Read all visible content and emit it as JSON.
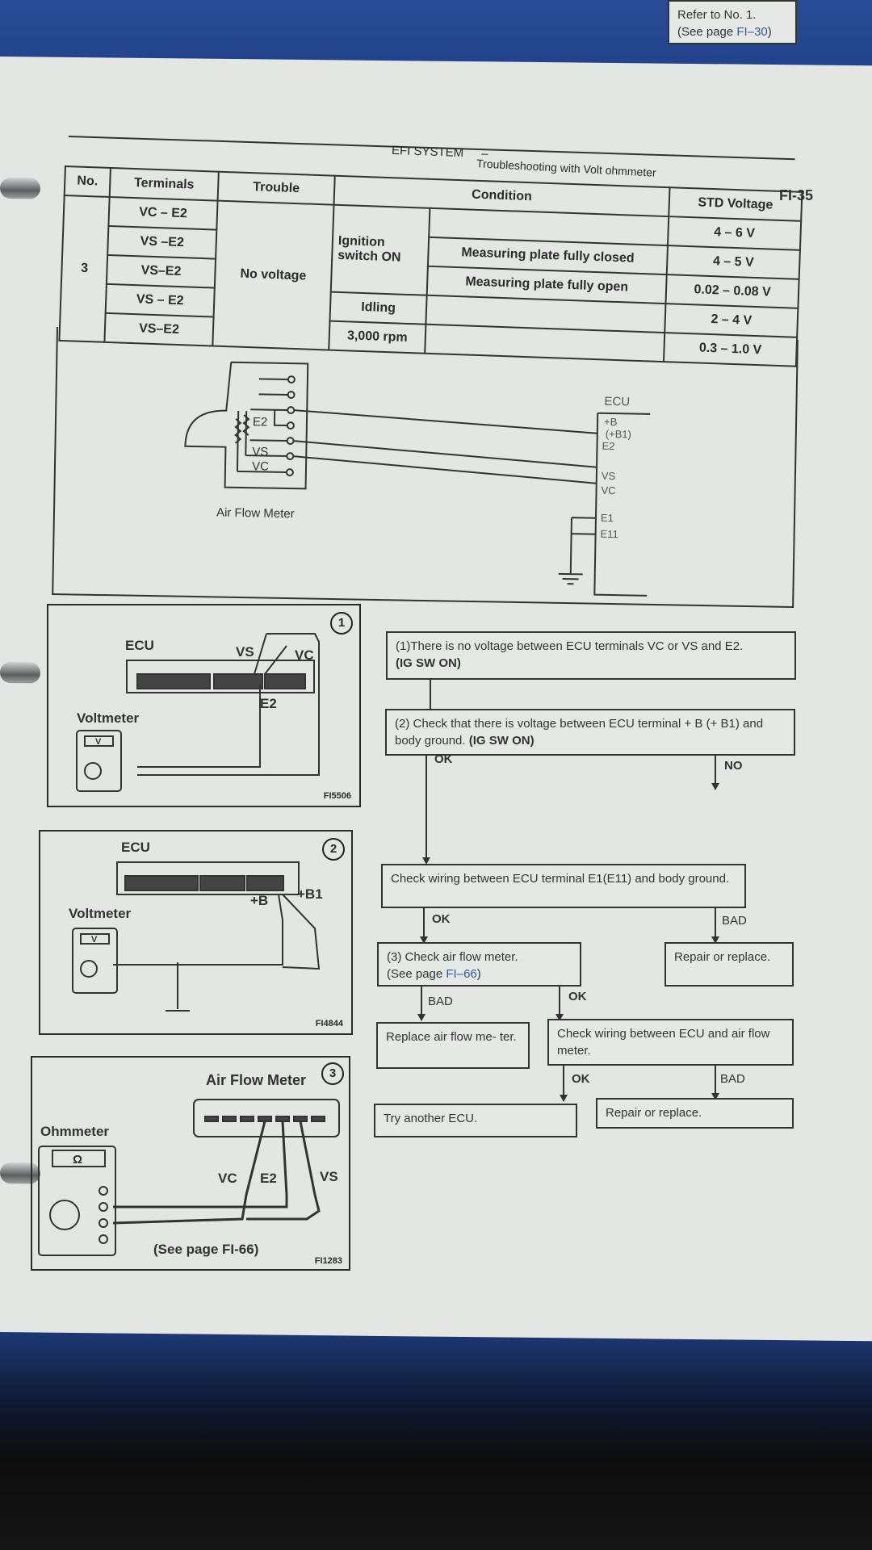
{
  "header": {
    "section": "EFI SYSTEM",
    "separator": "–",
    "subsection": "Troubleshooting with Volt ohmmeter",
    "page_number": "FI-35"
  },
  "spec_table": {
    "columns": [
      "No.",
      "Terminals",
      "Trouble",
      "Condition",
      "STD Voltage"
    ],
    "number": "3",
    "trouble": "No voltage",
    "condition_groups": {
      "ignition": "Ignition switch ON",
      "idling": "Idling",
      "rpm": "3,000 rpm"
    },
    "rows": [
      {
        "terminals": "VC – E2",
        "condition": "",
        "std_voltage": "4 – 6 V"
      },
      {
        "terminals": "VS –E2",
        "condition": "Measuring plate fully closed",
        "std_voltage": "4 – 5 V"
      },
      {
        "terminals": "VS–E2",
        "condition": "Measuring plate fully open",
        "std_voltage": "0.02 – 0.08 V"
      },
      {
        "terminals": "VS – E2",
        "condition": "",
        "std_voltage": "2 – 4 V"
      },
      {
        "terminals": "VS–E2",
        "condition": "",
        "std_voltage": "0.3 – 1.0 V"
      }
    ]
  },
  "schematic": {
    "meter_label": "Air Flow Meter",
    "meter_terminals": [
      "E2",
      "VS",
      "VC"
    ],
    "ecu_label": "ECU",
    "ecu_terminals": [
      "+B",
      "(+B1)",
      "E2",
      "VS",
      "VC",
      "E1",
      "E11"
    ]
  },
  "figures": [
    {
      "number": "1",
      "ecu_label": "ECU",
      "meter_label": "Voltmeter",
      "meter_symbol": "V",
      "probes": [
        "VS",
        "VC",
        "E2"
      ],
      "figure_id": "FI5506"
    },
    {
      "number": "2",
      "ecu_label": "ECU",
      "meter_label": "Voltmeter",
      "meter_symbol": "V",
      "probes": [
        "+B",
        "+B1"
      ],
      "figure_id": "FI4844"
    },
    {
      "number": "3",
      "device_label": "Air Flow Meter",
      "meter_label": "Ohmmeter",
      "meter_symbol": "Ω",
      "probes": [
        "VC",
        "E2",
        "VS"
      ],
      "note": "(See page FI-66)",
      "figure_id": "FI1283"
    }
  ],
  "flowchart": {
    "step1": {
      "text": "(1)There is no voltage between ECU terminals VC or VS and E2.",
      "bold": "(IG SW ON)"
    },
    "step2": {
      "text": "(2) Check that there is voltage between ECU terminal + B (+ B1) and body ground.",
      "bold": "(IG SW ON)"
    },
    "step2_ok": "OK",
    "step2_no": "NO",
    "refer": {
      "text": "Refer to No. 1.",
      "see": "(See page ",
      "link": "FI–30",
      "close": ")"
    },
    "wiring1": "Check wiring between ECU terminal E1(E11) and body ground.",
    "wiring1_ok": "OK",
    "wiring1_bad": "BAD",
    "repair1": "Repair or replace.",
    "step3": {
      "text": "(3) Check air flow meter.",
      "see": "(See page ",
      "link": "FI–66",
      "close": ")"
    },
    "step3_bad": "BAD",
    "step3_ok": "OK",
    "replace": "Replace air flow me- ter.",
    "wiring2": "Check wiring between ECU and air flow meter.",
    "wiring2_ok": "OK",
    "wiring2_bad": "BAD",
    "try_ecu": "Try another ECU.",
    "repair2": "Repair or replace."
  },
  "colors": {
    "paper": "#e3e6e3",
    "binder": "#1f3f86",
    "ink": "#2a2a2a",
    "link": "#2e5aa8"
  }
}
